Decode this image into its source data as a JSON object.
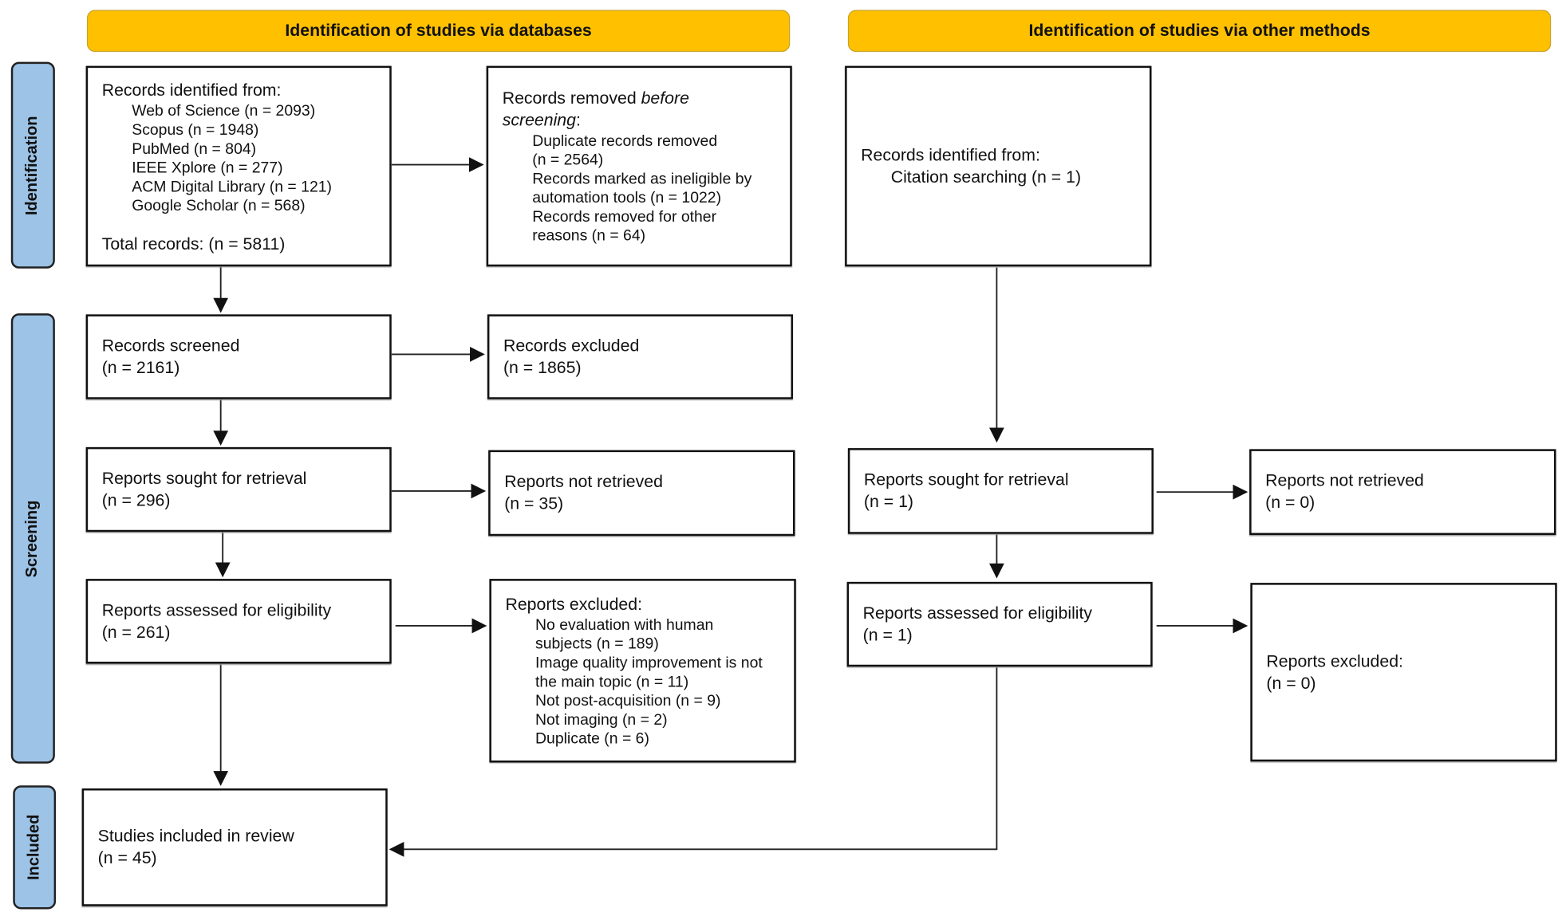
{
  "headers": {
    "databases": "Identification of studies via databases",
    "other": "Identification of studies via other methods"
  },
  "stages": {
    "identification": "Identification",
    "screening": "Screening",
    "included": "Included"
  },
  "colors": {
    "header": "#FFC000",
    "stage": "#9DC3E6"
  },
  "databases": {
    "identified": {
      "title": "Records identified from:",
      "sources": [
        "Web of Science (n = 2093)",
        "Scopus (n = 1948)",
        "PubMed (n = 804)",
        "IEEE Xplore (n = 277)",
        "ACM Digital Library (n = 121)",
        "Google Scholar (n = 568)"
      ],
      "total": "Total records: (n = 5811)"
    },
    "removed": {
      "title_prefix": "Records removed ",
      "title_italic1": "before",
      "title_italic2": "screening",
      "title_suffix": ":",
      "items": [
        "Duplicate records removed",
        "(n = 2564)",
        "Records marked as ineligible by",
        "automation tools (n = 1022)",
        "Records removed for other",
        "reasons (n = 64)"
      ]
    },
    "screened": {
      "title": "Records screened",
      "n": "(n = 2161)"
    },
    "excluded": {
      "title": "Records excluded",
      "n": "(n = 1865)"
    },
    "sought": {
      "title": "Reports sought for retrieval",
      "n": "(n = 296)"
    },
    "not_retrieved": {
      "title": "Reports not retrieved",
      "n": "(n = 35)"
    },
    "assessed": {
      "title": "Reports assessed for eligibility",
      "n": "(n = 261)"
    },
    "reports_excluded": {
      "title": "Reports excluded:",
      "items": [
        "No evaluation with human",
        "subjects (n = 189)",
        "Image quality improvement is not",
        "the main topic (n = 11)",
        "Not post-acquisition (n = 9)",
        "Not imaging (n = 2)",
        "Duplicate (n = 6)"
      ]
    },
    "included": {
      "title": "Studies included in review",
      "n": "(n = 45)"
    }
  },
  "other": {
    "identified": {
      "title": "Records identified from:",
      "source": "Citation searching (n = 1)"
    },
    "sought": {
      "title": "Reports sought for retrieval",
      "n": "(n = 1)"
    },
    "not_retrieved": {
      "title": "Reports not retrieved",
      "n": "(n = 0)"
    },
    "assessed": {
      "title": "Reports assessed for eligibility",
      "n": "(n = 1)"
    },
    "reports_excluded": {
      "title": "Reports excluded:",
      "n": "(n = 0)"
    }
  }
}
